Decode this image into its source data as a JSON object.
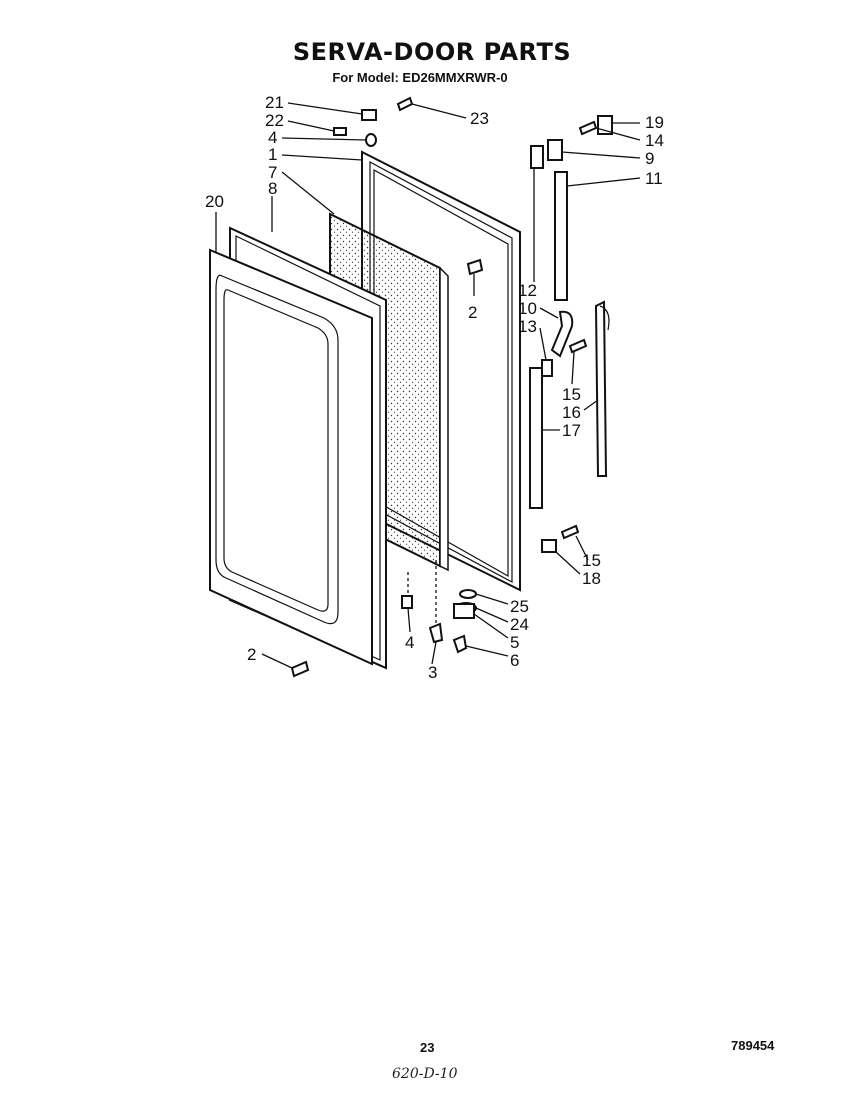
{
  "header": {
    "title": "SERVA-DOOR PARTS",
    "subtitle": "For Model: ED26MMXRWR-0"
  },
  "footer": {
    "page_number": "23",
    "document_number": "789454",
    "handwritten_note": "620-D-10"
  },
  "callouts": [
    "21",
    "22",
    "4",
    "1",
    "7",
    "8",
    "20",
    "23",
    "19",
    "14",
    "9",
    "11",
    "2",
    "12",
    "10",
    "13",
    "15",
    "16",
    "17",
    "15",
    "18",
    "25",
    "24",
    "5",
    "6",
    "4",
    "3",
    "2"
  ]
}
